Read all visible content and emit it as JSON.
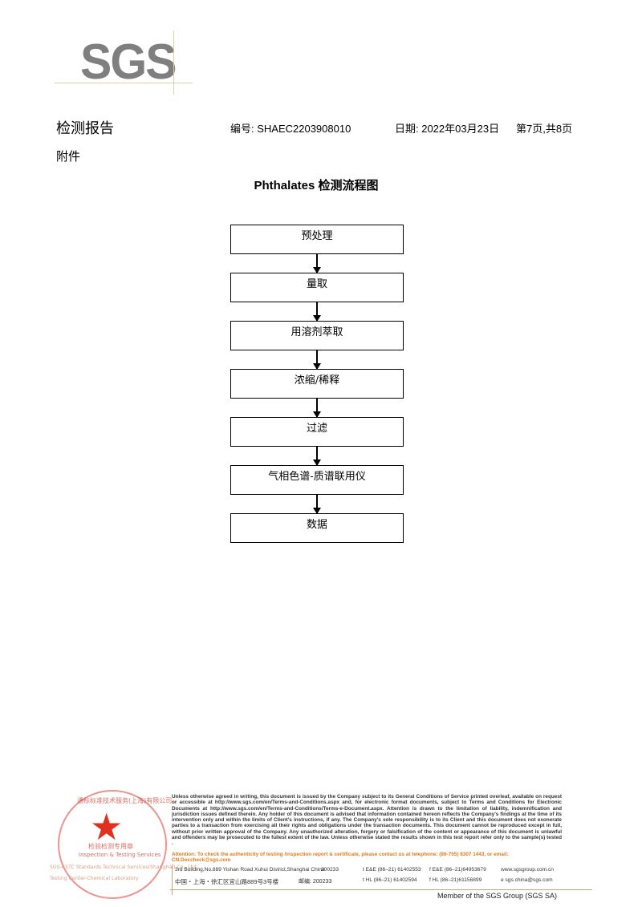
{
  "logo": "SGS",
  "header": {
    "title": "检测报告",
    "report_no": "编号: SHAEC2203908010",
    "date": "日期: 2022年03月23日",
    "page": "第7页,共8页"
  },
  "section": "附件",
  "flow": {
    "title": "Phthalates 检测流程图",
    "steps": [
      "预处理",
      "量取",
      "用溶剂萃取",
      "浓缩/稀释",
      "过滤",
      "气相色谱-质谱联用仪",
      "数据"
    ]
  },
  "footer": {
    "legal": "Unless otherwise agreed in writing, this document is issued by the Company subject to its General Conditions of Service printed overleaf, available on request or accessible at http://www.sgs.com/en/Terms-and-Conditions.aspx and, for electronic format documents, subject to Terms and Conditions for Electronic Documents at http://www.sgs.com/en/Terms-and-Conditions/Terms-e-Document.aspx. Attention is drawn to the limitation of liability, indemnification and jurisdiction issues defined therein. Any holder of this document is advised that information contained hereon reflects the Company's findings at the time of its intervention only and within the limits of Client's instructions, if any. The Company's sole responsibility is to its Client and this document does not exonerate parties to a transaction from exercising all their rights and obligations under the transaction documents. This document cannot be reproduced except in full, without prior written approval of the Company. Any unauthorized alteration, forgery or falsification of the content or appearance of this document is unlawful and offenders may be prosecuted to the fullest extent of the law. Unless otherwise stated the results shown in this test report refer only to the sample(s) tested .",
    "attention": "Attention: To check the authenticity of testing /inspection report & certificate, please contact us at telephone: (86-755) 8307 1443, or email: CN.Doccheck@sgs.com",
    "company_1": "SGS-CSTC Standards Technical Services(Shanghai) Co., Ltd.",
    "company_2": "Testing Center-Chemical Laboratory",
    "addr_en": "3rd Building,No.889 Yishan Road Xuhui District,Shanghai China",
    "zip_en": "200233",
    "addr_cn": "中国・上海・徐汇区宜山路889号3号楼",
    "zip_cn": "邮编: 200233",
    "tel1": "t E&E (86–21) 61402553",
    "fax1": "f E&E (86–21)64953679",
    "web": "www.sgsgroup.com.cn",
    "tel2": "t HL (86–21) 61402594",
    "fax2": "f HL (86–21)61156899",
    "email": "e  sgs.china@sgs.com",
    "member": "Member of the SGS Group (SGS SA)"
  },
  "seal": {
    "ring": "通标标准技术服务(上海)有限公司",
    "center_cn": "检验检测专用章",
    "center_en": "Inspection & Testing Services"
  }
}
